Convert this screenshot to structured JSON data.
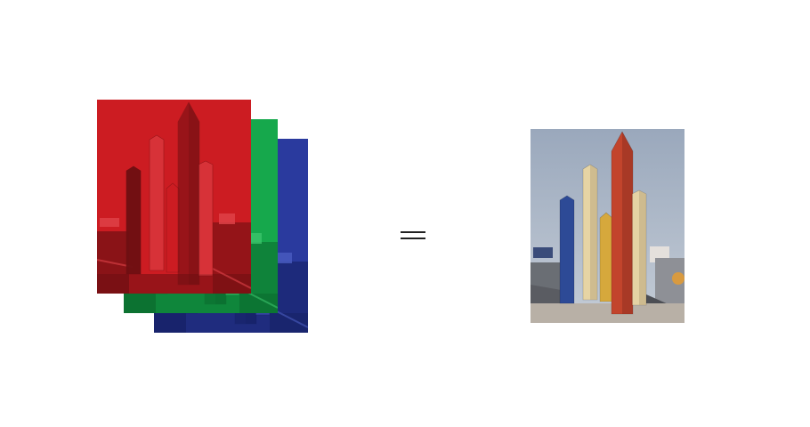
{
  "layers": [
    {
      "channel": "blue",
      "color": "#2a3a9e",
      "dark": "#152064",
      "light": "#4a5cc0"
    },
    {
      "channel": "green",
      "color": "#16a84c",
      "dark": "#0b6a2e",
      "light": "#3cc46c"
    },
    {
      "channel": "red",
      "color": "#cc1c22",
      "dark": "#6e0f12",
      "light": "#e0444a"
    }
  ],
  "operator_symbol": "equals",
  "composite": {
    "sky": "#a8b4c6",
    "tower_colors": [
      "#2d4a96",
      "#e6d4a4",
      "#d6a83c",
      "#c2442c",
      "#e4d2a4"
    ],
    "ground": "#b8b0a6"
  }
}
